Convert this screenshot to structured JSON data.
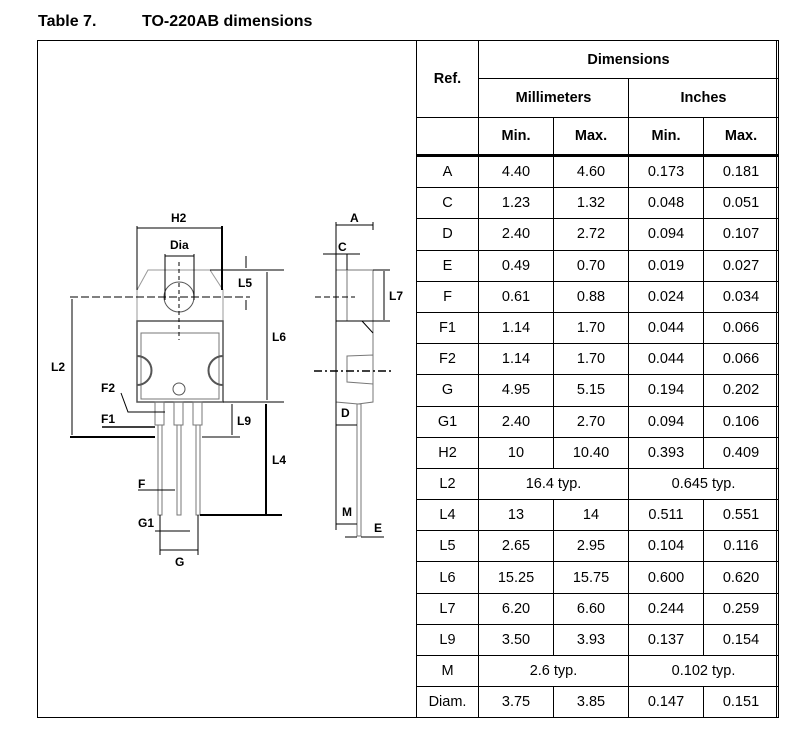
{
  "title": {
    "number": "Table 7.",
    "text": "TO-220AB dimensions"
  },
  "drawing_labels": {
    "H2": "H2",
    "Dia": "Dia",
    "L5": "L5",
    "L6": "L6",
    "L2": "L2",
    "F2": "F2",
    "F1": "F1",
    "L9": "L9",
    "L4": "L4",
    "F": "F",
    "G1": "G1",
    "G": "G",
    "A": "A",
    "C": "C",
    "L7": "L7",
    "D": "D",
    "M": "M",
    "E": "E"
  },
  "table": {
    "ref_header": "Ref.",
    "dimensions_header": "Dimensions",
    "mm_header": "Millimeters",
    "in_header": "Inches",
    "min": "Min.",
    "max": "Max.",
    "rows": [
      {
        "ref": "A",
        "mm_min": "4.40",
        "mm_max": "4.60",
        "in_min": "0.173",
        "in_max": "0.181"
      },
      {
        "ref": "C",
        "mm_min": "1.23",
        "mm_max": "1.32",
        "in_min": "0.048",
        "in_max": "0.051"
      },
      {
        "ref": "D",
        "mm_min": "2.40",
        "mm_max": "2.72",
        "in_min": "0.094",
        "in_max": "0.107"
      },
      {
        "ref": "E",
        "mm_min": "0.49",
        "mm_max": "0.70",
        "in_min": "0.019",
        "in_max": "0.027"
      },
      {
        "ref": "F",
        "mm_min": "0.61",
        "mm_max": "0.88",
        "in_min": "0.024",
        "in_max": "0.034"
      },
      {
        "ref": "F1",
        "mm_min": "1.14",
        "mm_max": "1.70",
        "in_min": "0.044",
        "in_max": "0.066"
      },
      {
        "ref": "F2",
        "mm_min": "1.14",
        "mm_max": "1.70",
        "in_min": "0.044",
        "in_max": "0.066"
      },
      {
        "ref": "G",
        "mm_min": "4.95",
        "mm_max": "5.15",
        "in_min": "0.194",
        "in_max": "0.202"
      },
      {
        "ref": "G1",
        "mm_min": "2.40",
        "mm_max": "2.70",
        "in_min": "0.094",
        "in_max": "0.106"
      },
      {
        "ref": "H2",
        "mm_min": "10",
        "mm_max": "10.40",
        "in_min": "0.393",
        "in_max": "0.409"
      },
      {
        "ref": "L2",
        "mm_typ": "16.4 typ.",
        "in_typ": "0.645 typ."
      },
      {
        "ref": "L4",
        "mm_min": "13",
        "mm_max": "14",
        "in_min": "0.511",
        "in_max": "0.551"
      },
      {
        "ref": "L5",
        "mm_min": "2.65",
        "mm_max": "2.95",
        "in_min": "0.104",
        "in_max": "0.116"
      },
      {
        "ref": "L6",
        "mm_min": "15.25",
        "mm_max": "15.75",
        "in_min": "0.600",
        "in_max": "0.620"
      },
      {
        "ref": "L7",
        "mm_min": "6.20",
        "mm_max": "6.60",
        "in_min": "0.244",
        "in_max": "0.259"
      },
      {
        "ref": "L9",
        "mm_min": "3.50",
        "mm_max": "3.93",
        "in_min": "0.137",
        "in_max": "0.154"
      },
      {
        "ref": "M",
        "mm_typ": "2.6 typ.",
        "in_typ": "0.102 typ."
      },
      {
        "ref": "Diam.",
        "mm_min": "3.75",
        "mm_max": "3.85",
        "in_min": "0.147",
        "in_max": "0.151"
      }
    ]
  }
}
